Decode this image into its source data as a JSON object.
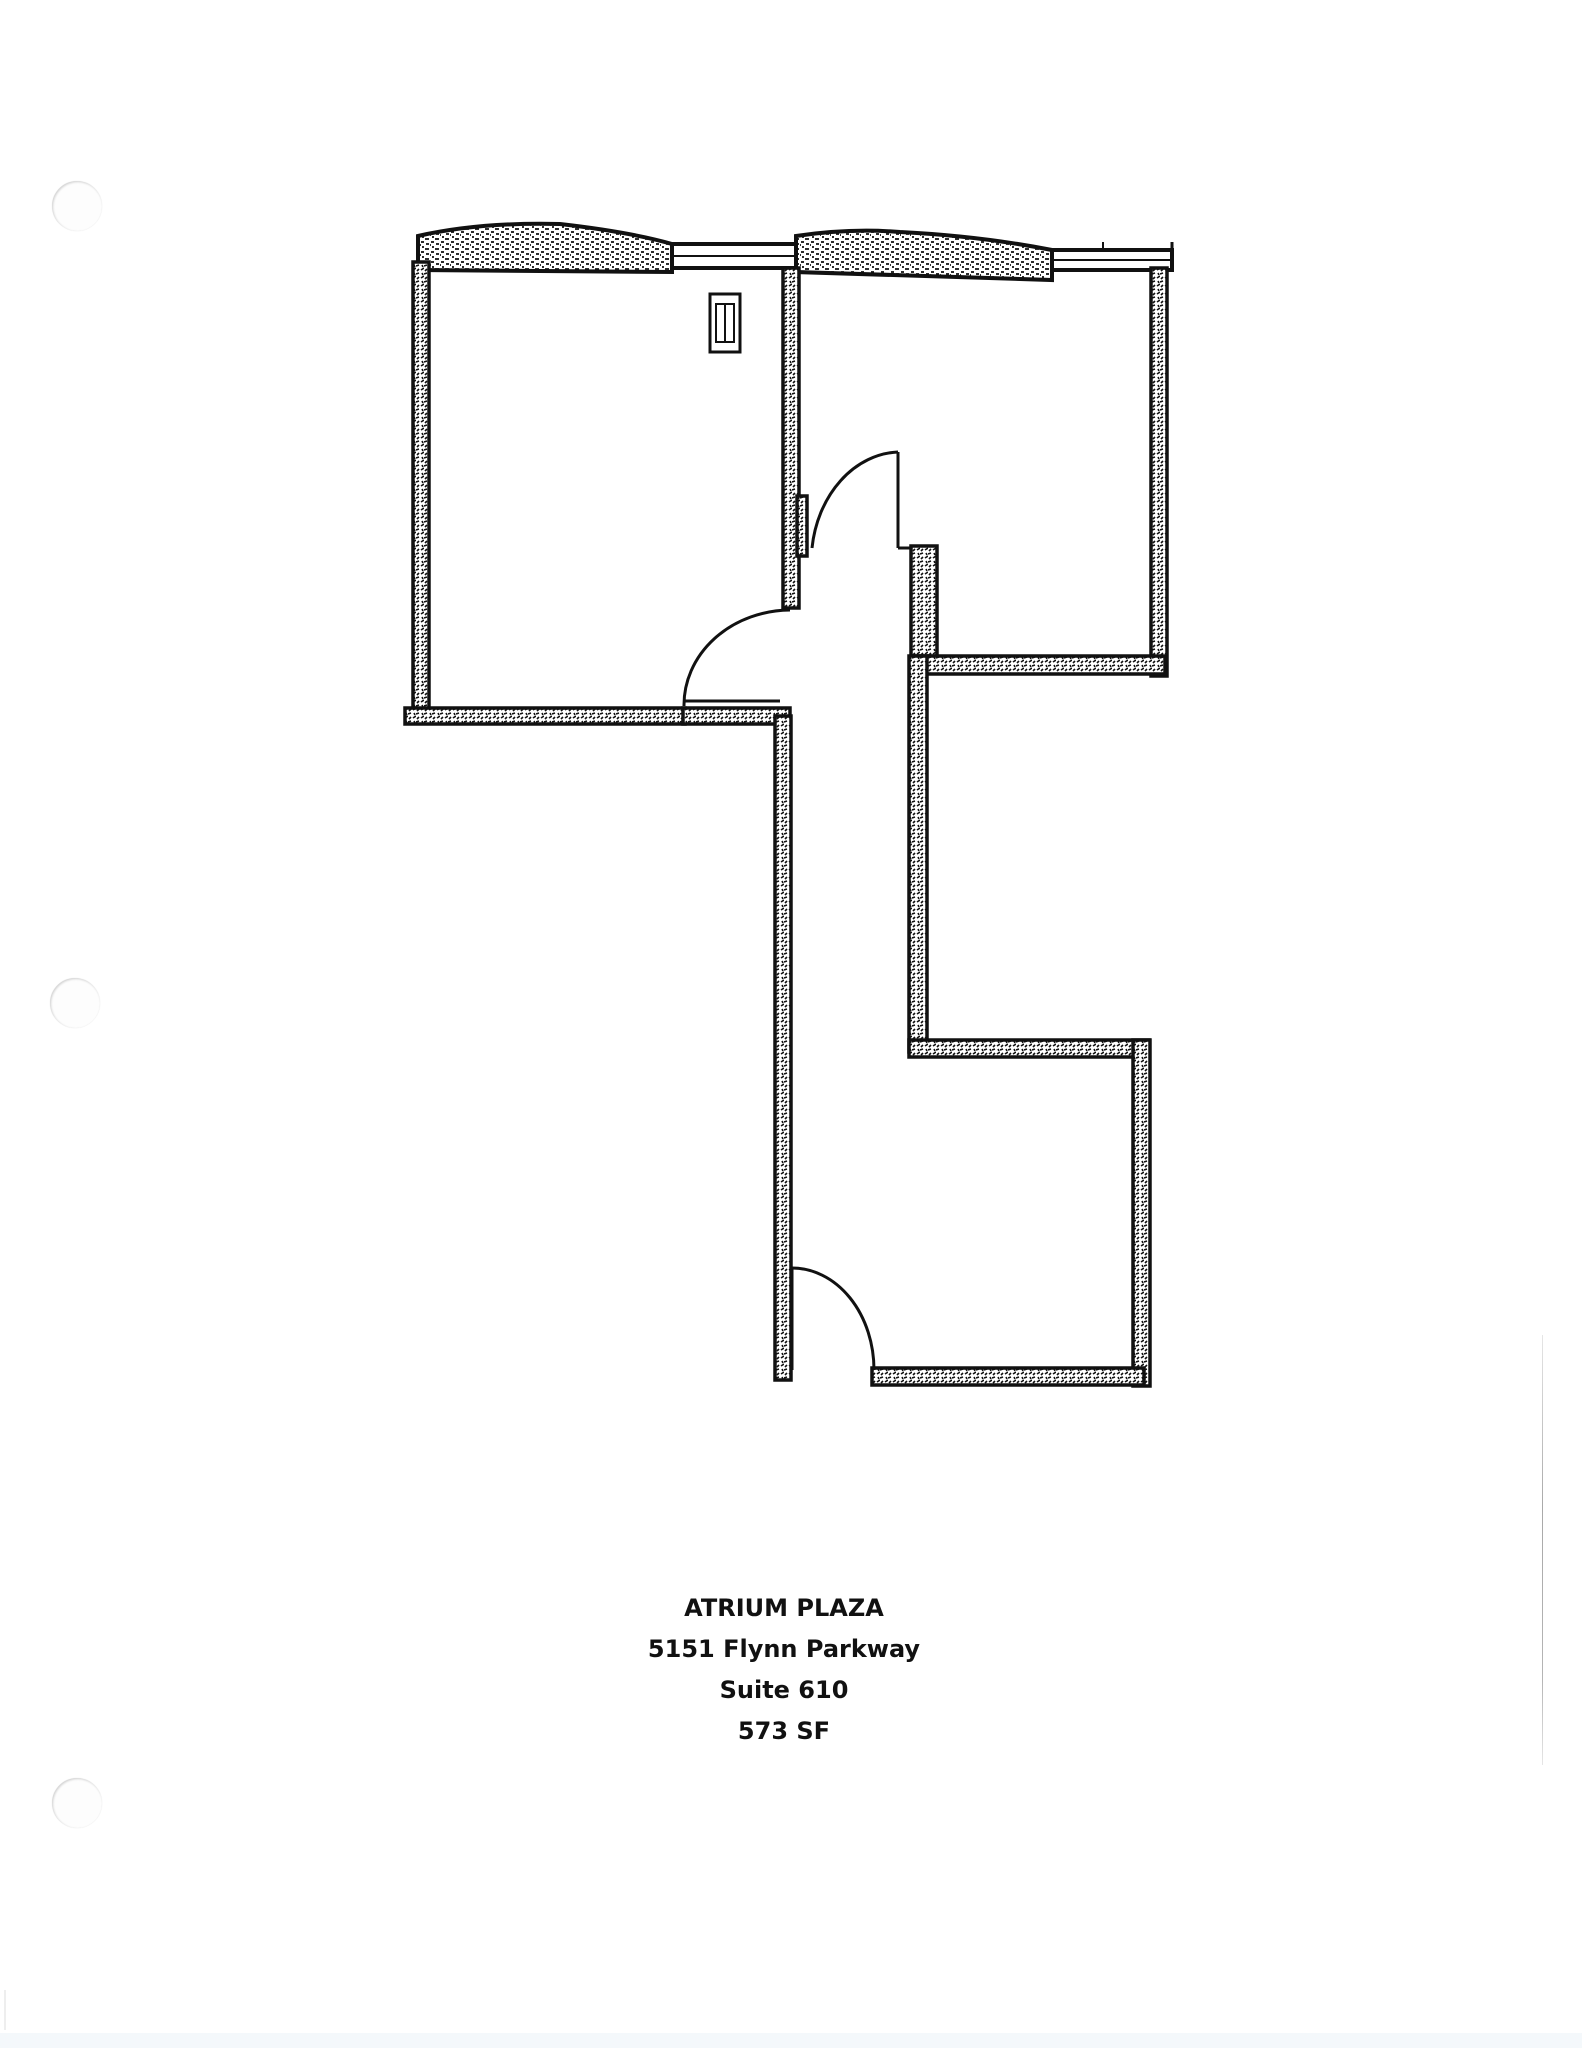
{
  "document": {
    "type": "floor-plan-sheet",
    "caption": {
      "building_name": "ATRIUM PLAZA",
      "address": "5151 Flynn Parkway",
      "suite": "Suite 610",
      "area": "573 SF"
    }
  },
  "floor_plan": {
    "rooms": [
      {
        "name": "office-north-west"
      },
      {
        "name": "office-north-east"
      },
      {
        "name": "office-south"
      },
      {
        "name": "corridor"
      }
    ],
    "doors": 3,
    "wall_color": "#111111",
    "fill_color": "#ffffff"
  },
  "binder_holes": 3,
  "colors": {
    "background": "#ffffff",
    "ink": "#111111"
  }
}
